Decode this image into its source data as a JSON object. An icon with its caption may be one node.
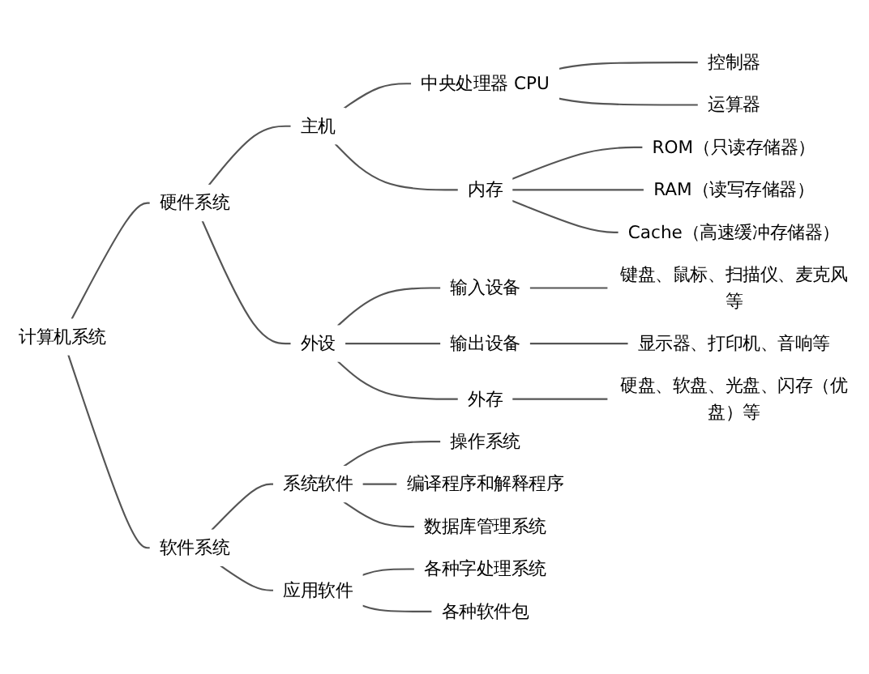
{
  "diagram": {
    "nodes": [
      {
        "text": [
          "计算机系统"
        ]
      },
      {
        "text": [
          "硬件系统"
        ]
      },
      {
        "text": [
          "主机"
        ]
      },
      {
        "text": [
          "中央处理器 CPU"
        ]
      },
      {
        "text": [
          "控制器"
        ]
      },
      {
        "text": [
          "运算器"
        ]
      },
      {
        "text": [
          "内存"
        ]
      },
      {
        "text": [
          "ROM（只读存储器）"
        ]
      },
      {
        "text": [
          "RAM（读写存储器）"
        ]
      },
      {
        "text": [
          "Cache（高速缓冲存储器）"
        ]
      },
      {
        "text": [
          "外设"
        ]
      },
      {
        "text": [
          "输入设备"
        ]
      },
      {
        "text": [
          "键盘、鼠标、扫描仪、麦克风等"
        ]
      },
      {
        "text": [
          "输出设备"
        ]
      },
      {
        "text": [
          "显示器、打印机、音响等"
        ]
      },
      {
        "text": [
          "外存"
        ]
      },
      {
        "text": [
          "硬盘、软盘、光盘、闪存（优盘）等"
        ]
      },
      {
        "text": [
          "软件系统"
        ]
      },
      {
        "text": [
          "系统软件"
        ]
      },
      {
        "text": [
          "操作系统"
        ]
      },
      {
        "text": [
          "编译程序和解释程序"
        ]
      },
      {
        "text": [
          "数据库管理系统"
        ]
      },
      {
        "text": [
          "应用软件"
        ]
      },
      {
        "text": [
          "各种字处理系统"
        ]
      },
      {
        "text": [
          "各种软件包"
        ]
      }
    ],
    "edges": [
      {
        "from": 0,
        "to": 1,
        "arrow": "none"
      },
      {
        "from": 1,
        "to": 2,
        "arrow": "none"
      },
      {
        "from": 2,
        "to": 3,
        "arrow": "none"
      },
      {
        "from": 3,
        "to": 4,
        "arrow": "none"
      },
      {
        "from": 3,
        "to": 5,
        "arrow": "none"
      },
      {
        "from": 2,
        "to": 6,
        "arrow": "none"
      },
      {
        "from": 6,
        "to": 7,
        "arrow": "none"
      },
      {
        "from": 6,
        "to": 8,
        "arrow": "none"
      },
      {
        "from": 6,
        "to": 9,
        "arrow": "none"
      },
      {
        "from": 1,
        "to": 10,
        "arrow": "none"
      },
      {
        "from": 10,
        "to": 11,
        "arrow": "none"
      },
      {
        "from": 11,
        "to": 12,
        "arrow": "none"
      },
      {
        "from": 10,
        "to": 13,
        "arrow": "none"
      },
      {
        "from": 13,
        "to": 14,
        "arrow": "none"
      },
      {
        "from": 10,
        "to": 15,
        "arrow": "none"
      },
      {
        "from": 15,
        "to": 16,
        "arrow": "none"
      },
      {
        "from": 0,
        "to": 17,
        "arrow": "none"
      },
      {
        "from": 17,
        "to": 18,
        "arrow": "none"
      },
      {
        "from": 18,
        "to": 19,
        "arrow": "none"
      },
      {
        "from": 18,
        "to": 20,
        "arrow": "none"
      },
      {
        "from": 18,
        "to": 21,
        "arrow": "none"
      },
      {
        "from": 17,
        "to": 22,
        "arrow": "none"
      },
      {
        "from": 22,
        "to": 23,
        "arrow": "none"
      },
      {
        "from": 22,
        "to": 24,
        "arrow": "none"
      }
    ]
  }
}
